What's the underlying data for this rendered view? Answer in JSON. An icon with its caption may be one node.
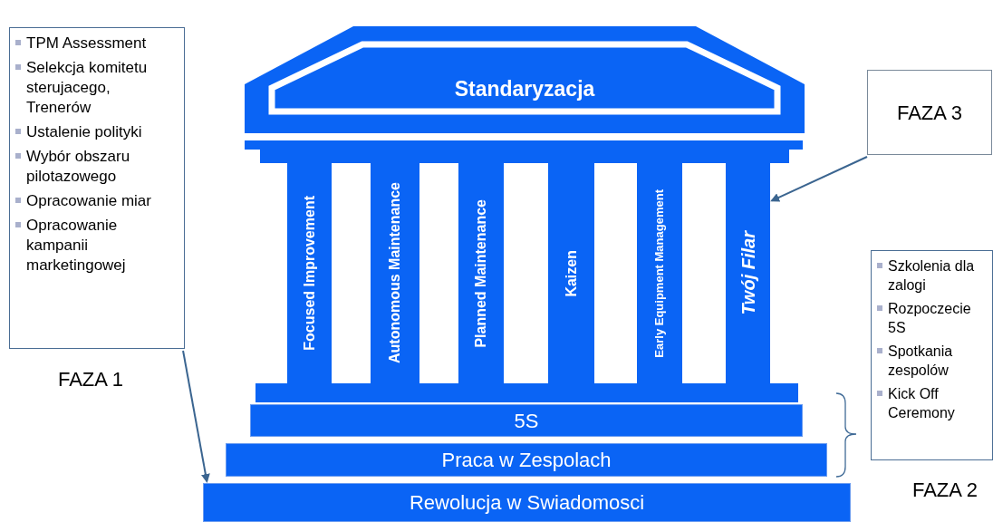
{
  "diagram": {
    "nodes": [
      {
        "text": [
          "TPM Assessment",
          "Selekcja komitetu sterujacego, Trenerów",
          "Ustalenie polityki",
          "Wybór obszaru pilotazowego",
          "Opracowanie miar",
          "Opracowanie kampanii marketingowej"
        ],
        "beside": [
          "FAZA 1"
        ]
      },
      {
        "text": [
          "Standaryzacja"
        ]
      },
      {
        "text": [
          "FAZA 3"
        ]
      },
      {
        "text": [
          "Focused Improvement"
        ]
      },
      {
        "text": [
          "Autonomous Maintenance"
        ]
      },
      {
        "text": [
          "Planned Maintenance"
        ]
      },
      {
        "text": [
          "Kaizen"
        ]
      },
      {
        "text": [
          "Early Equipment Management"
        ]
      },
      {
        "text": [
          "Twój Filar"
        ]
      },
      {
        "text": [
          "Szkolenia dla zalogi",
          "Rozpoczecie 5S",
          "Spotkania zespolów",
          "Kick Off Ceremony"
        ],
        "beside": [
          "FAZA 2"
        ]
      },
      {
        "text": [
          "5S"
        ]
      },
      {
        "text": [
          "Praca w Zespolach"
        ]
      },
      {
        "text": [
          "Rewolucja w Swiadomosci"
        ]
      }
    ],
    "edges": [
      {
        "from": 0,
        "to": 12,
        "arrow": "to"
      },
      {
        "from": 2,
        "to": 8,
        "arrow": "to"
      }
    ]
  }
}
